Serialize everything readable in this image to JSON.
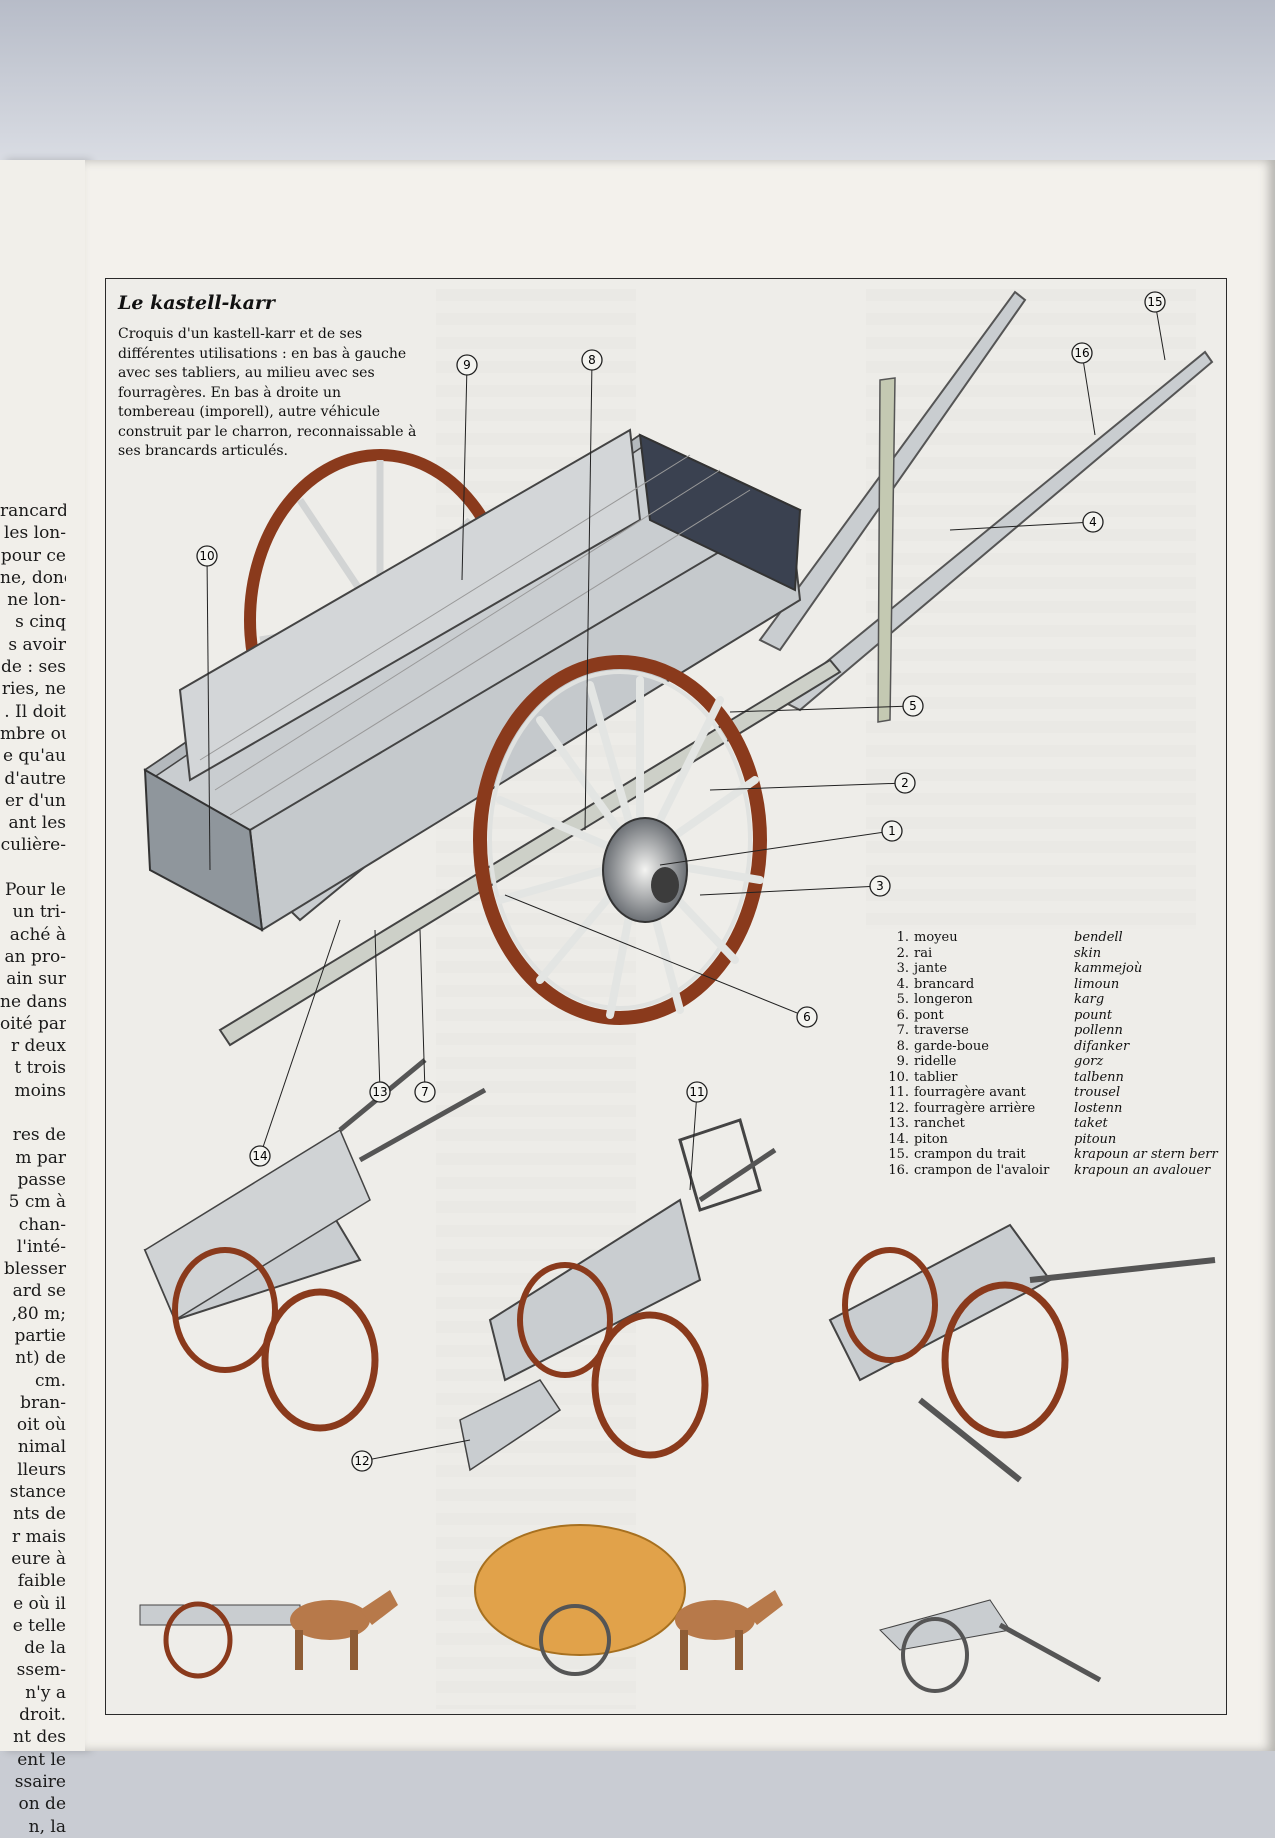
{
  "left_column_lines": [
    "rancards",
    "les lon-",
    "pour ce",
    "ne, donc",
    "ne lon-",
    "s cinq",
    "s avoir",
    "de : ses",
    "ries, ne",
    ". Il doit",
    "mbre ou",
    "e qu'au",
    "d'autre",
    "er d'un",
    "ant les",
    "culière-",
    "",
    "Pour le",
    "un tri-",
    "aché à",
    "an pro-",
    "ain sur",
    "ne dans",
    "oité par",
    "r deux",
    "t trois",
    "moins",
    "",
    "res de",
    "m par",
    "passe",
    "5 cm à",
    "chan-",
    "l'inté-",
    "blesser",
    "ard se",
    ",80 m;",
    "partie",
    "nt) de",
    "cm.",
    "bran-",
    "oit où",
    "nimal",
    "lleurs",
    "stance",
    "nts de",
    "r mais",
    "eure à",
    "faible",
    "e où il",
    "e telle",
    "de la",
    "ssem-",
    "n'y a",
    "droit.",
    "nt des",
    "ent le",
    "ssaire",
    "on de",
    "n, la"
  ],
  "figure": {
    "title": "Le kastell-karr",
    "caption": "Croquis d'un kastell-karr et de ses différentes utilisations : en bas à gauche avec ses tabliers, au milieu avec ses fourragères. En bas à droite un tombereau (imporell), autre véhicule construit par le charron, reconnaissable à ses brancards articulés.",
    "legend": [
      {
        "n": "1.",
        "fr": "moyeu",
        "br": "bendell"
      },
      {
        "n": "2.",
        "fr": "rai",
        "br": "skin"
      },
      {
        "n": "3.",
        "fr": "jante",
        "br": "kammejoù"
      },
      {
        "n": "4.",
        "fr": "brancard",
        "br": "limoun"
      },
      {
        "n": "5.",
        "fr": "longeron",
        "br": "karg"
      },
      {
        "n": "6.",
        "fr": "pont",
        "br": "pount"
      },
      {
        "n": "7.",
        "fr": "traverse",
        "br": "pollenn"
      },
      {
        "n": "8.",
        "fr": "garde-boue",
        "br": "difanker"
      },
      {
        "n": "9.",
        "fr": "ridelle",
        "br": "gorz"
      },
      {
        "n": "10.",
        "fr": "tablier",
        "br": "talbenn"
      },
      {
        "n": "11.",
        "fr": "fourragère avant",
        "br": "trousel"
      },
      {
        "n": "12.",
        "fr": "fourragère arrière",
        "br": "lostenn"
      },
      {
        "n": "13.",
        "fr": "ranchet",
        "br": "taket"
      },
      {
        "n": "14.",
        "fr": "piton",
        "br": "pitoun"
      },
      {
        "n": "15.",
        "fr": "crampon du trait",
        "br": "krapoun ar stern berr"
      },
      {
        "n": "16.",
        "fr": "crampon de l'avaloir",
        "br": "krapoun an avalouer"
      }
    ],
    "callouts": [
      "1",
      "2",
      "3",
      "4",
      "5",
      "6",
      "7",
      "8",
      "9",
      "10",
      "11",
      "12",
      "13",
      "14",
      "15",
      "16"
    ]
  },
  "colors": {
    "wood": "#c9cdd0",
    "wheel_rim": "#8a3a1c",
    "hay": "#e1a24a",
    "horse": "#b7794a"
  }
}
